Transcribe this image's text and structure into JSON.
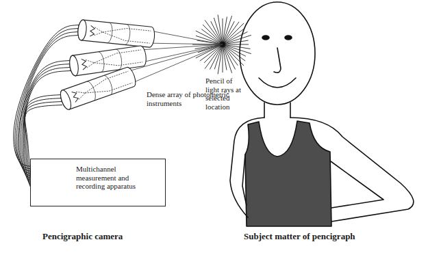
{
  "diagram": {
    "nodes": [
      {
        "text": [
          "Multichannel measurement and recording apparatus"
        ]
      }
    ],
    "labels": [
      "Dense array of photometric instruments",
      "Pencil of light rays at selected location",
      "Pencigraphic camera",
      "Subject matter of pencigraph"
    ]
  }
}
